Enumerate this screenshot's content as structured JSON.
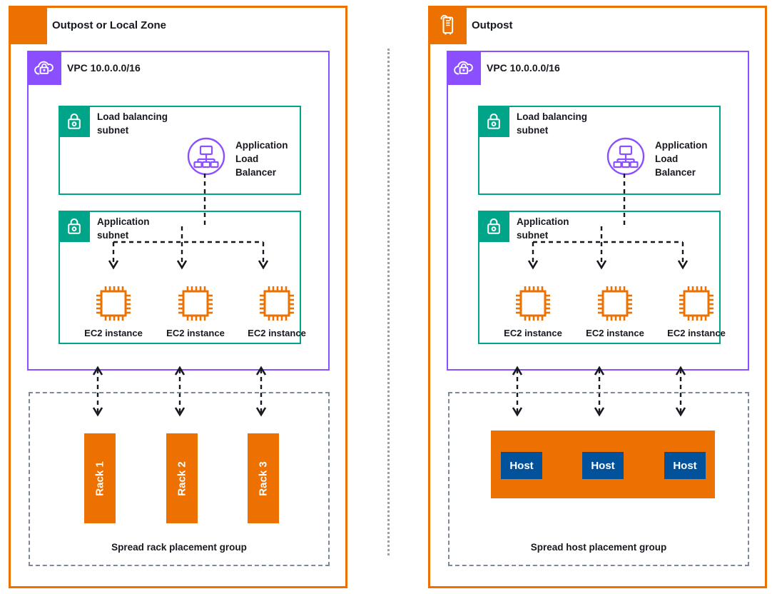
{
  "diagram": {
    "title": "AWS Outposts / Local Zone spread placement group architecture",
    "colors": {
      "outpost_orange": "#ED7100",
      "vpc_purple": "#8C4FFF",
      "subnet_teal": "#00A488",
      "host_blue": "#01519B",
      "placement_gray": "#7D8998",
      "text": "#16191f"
    }
  },
  "panels": [
    {
      "id": "left",
      "title": "Outpost or Local Zone",
      "header_icon": "none",
      "vpc": {
        "label": "VPC 10.0.0.0/16",
        "icon": "vpc-cloud-lock-icon",
        "subnets": [
          {
            "label": "Load balancing\nsubnet",
            "icon": "subnet-lock-icon",
            "resources": [
              {
                "type": "alb",
                "icon": "application-load-balancer-icon",
                "label": "Application\nLoad\nBalancer"
              }
            ]
          },
          {
            "label": "Application\nsubnet",
            "icon": "subnet-lock-icon",
            "resources": [
              {
                "type": "ec2",
                "icon": "ec2-instance-icon",
                "label": "EC2 instance"
              },
              {
                "type": "ec2",
                "icon": "ec2-instance-icon",
                "label": "EC2 instance"
              },
              {
                "type": "ec2",
                "icon": "ec2-instance-icon",
                "label": "EC2 instance"
              }
            ]
          }
        ]
      },
      "placement_group": {
        "label": "Spread rack placement group",
        "kind": "rack",
        "items": [
          {
            "label": "Rack 1"
          },
          {
            "label": "Rack 2"
          },
          {
            "label": "Rack 3"
          }
        ]
      }
    },
    {
      "id": "right",
      "title": "Outpost",
      "header_icon": "outpost-rack-icon",
      "vpc": {
        "label": "VPC 10.0.0.0/16",
        "icon": "vpc-cloud-lock-icon",
        "subnets": [
          {
            "label": "Load balancing\nsubnet",
            "icon": "subnet-lock-icon",
            "resources": [
              {
                "type": "alb",
                "icon": "application-load-balancer-icon",
                "label": "Application\nLoad\nBalancer"
              }
            ]
          },
          {
            "label": "Application\nsubnet",
            "icon": "subnet-lock-icon",
            "resources": [
              {
                "type": "ec2",
                "icon": "ec2-instance-icon",
                "label": "EC2 instance"
              },
              {
                "type": "ec2",
                "icon": "ec2-instance-icon",
                "label": "EC2 instance"
              },
              {
                "type": "ec2",
                "icon": "ec2-instance-icon",
                "label": "EC2 instance"
              }
            ]
          }
        ]
      },
      "placement_group": {
        "label": "Spread host placement group",
        "kind": "host",
        "items": [
          {
            "label": "Host"
          },
          {
            "label": "Host"
          },
          {
            "label": "Host"
          }
        ]
      }
    }
  ]
}
